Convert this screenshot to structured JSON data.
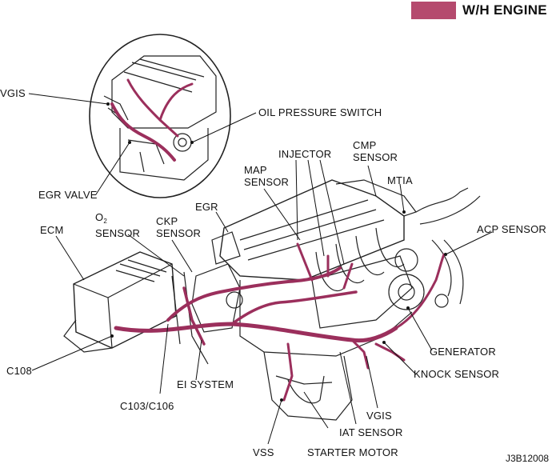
{
  "header": {
    "title": "W/H ENGINE",
    "accent": "#b54a6e"
  },
  "harness_color": "#9b2f5c",
  "labels": {
    "vgis_top": "VGIS",
    "oil_pressure_switch": "OIL PRESSURE SWITCH",
    "egr_valve": "EGR VALVE",
    "injector": "INJECTOR",
    "cmp_sensor": "CMP\nSENSOR",
    "map_sensor": "MAP\nSENSOR",
    "mtia": "MTIA",
    "egr": "EGR",
    "ecm": "ECM",
    "o2_sensor_main": "O",
    "o2_sensor_sub": "2",
    "o2_sensor_rest": "SENSOR",
    "ckp_sensor": "CKP\nSENSOR",
    "acp_sensor": "ACP SENSOR",
    "generator": "GENERATOR",
    "knock_sensor": "KNOCK SENSOR",
    "c108": "C108",
    "ei_system": "EI SYSTEM",
    "c103_c106": "C103/C106",
    "vgis_bottom": "VGIS",
    "iat_sensor": "IAT SENSOR",
    "vss": "VSS",
    "starter_motor": "STARTER MOTOR"
  },
  "figure_code": "J3B12008"
}
